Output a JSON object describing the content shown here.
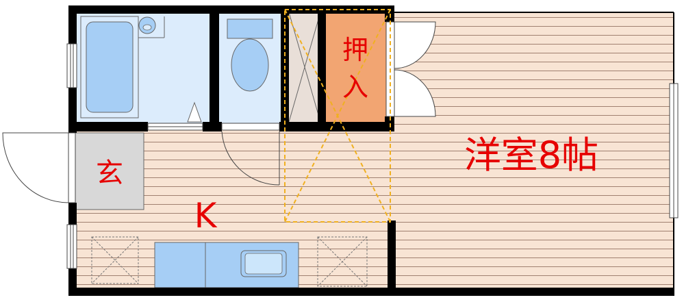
{
  "floorplan": {
    "rooms": {
      "western_room": {
        "label": "洋室8帖"
      },
      "closet": {
        "label_top": "押",
        "label_bottom": "入"
      },
      "entrance": {
        "label": "玄"
      },
      "kitchen": {
        "label": "K"
      }
    },
    "colors": {
      "wall": "#000000",
      "floor_wood": "#f8e4d4",
      "floor_line": "#a08070",
      "closet_fill": "#f2a572",
      "wet_area": "#dcecfc",
      "fixture_blue": "#a6cef5",
      "entrance_floor": "#d8d8d8",
      "label_red": "#e60000",
      "loft_outline": "#f0b020"
    }
  }
}
